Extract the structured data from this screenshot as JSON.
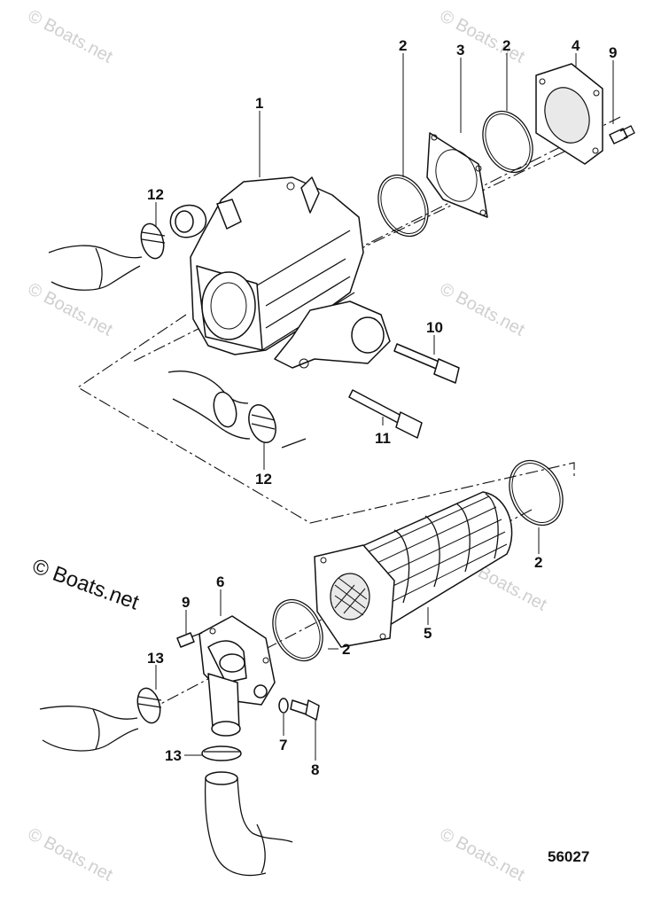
{
  "watermarks": [
    "© Boats.net",
    "© Boats.net",
    "© Boats.net",
    "© Boats.net",
    "© Boats.net",
    "© Boats.net",
    "© Boats.net"
  ],
  "copyright": "© Boats.net",
  "diagram_number": "56027",
  "callouts": {
    "c1": "1",
    "c2a": "2",
    "c3": "3",
    "c2b": "2",
    "c4": "4",
    "c9a": "9",
    "c12a": "12",
    "c10": "10",
    "c11": "11",
    "c12b": "12",
    "c2c": "2",
    "c5": "5",
    "c2d": "2",
    "c6": "6",
    "c9b": "9",
    "c13a": "13",
    "c7": "7",
    "c8": "8",
    "c13b": "13"
  }
}
